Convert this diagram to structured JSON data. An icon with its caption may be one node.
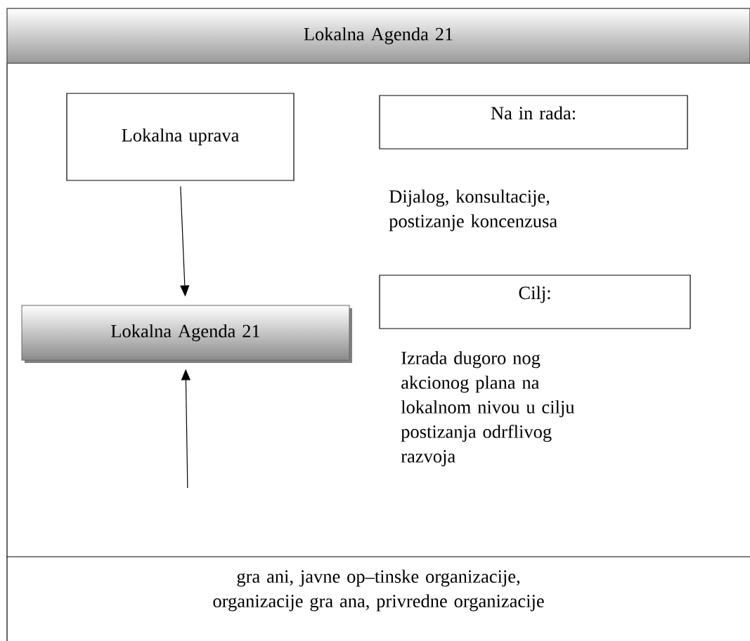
{
  "diagram": {
    "nodes": [
      {
        "text": [
          "Lokalna Agenda 21"
        ]
      },
      {
        "text": [
          "Lokalna uprava"
        ]
      },
      {
        "text": [
          "Na  in rada:"
        ],
        "beside": [
          "Dijalog, konsultacije, postizanje koncenzusa"
        ]
      },
      {
        "text": [
          "Cilj:"
        ],
        "beside": [
          "Izrada dugoro  nog akcionog plana na lokalnom nivou u cilju postizanja odrflivog razvoja"
        ]
      },
      {
        "text": [
          "Lokalna Agenda 21"
        ]
      },
      {
        "text": [
          "gra  ani, javne op–tinske organizacije, organizacije gra  ana, privredne organizacije"
        ]
      }
    ],
    "edges": [
      {
        "from": 1,
        "to": 4,
        "arrow": "to"
      },
      {
        "from": null,
        "to": 4,
        "arrow": "to"
      }
    ]
  }
}
